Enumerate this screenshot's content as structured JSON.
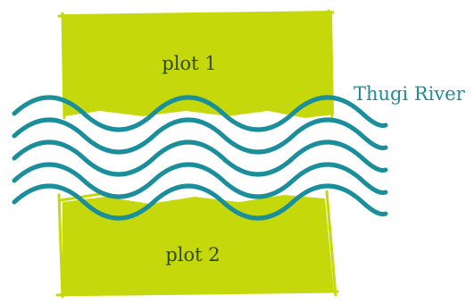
{
  "labels": {
    "plot1": "plot 1",
    "plot2": "plot 2",
    "river": "Thugi River"
  },
  "colors": {
    "plot_fill": "#c5d80b",
    "river": "#1a8e9a",
    "plot_text": "#2f4a0a",
    "background": "#ffffff"
  }
}
